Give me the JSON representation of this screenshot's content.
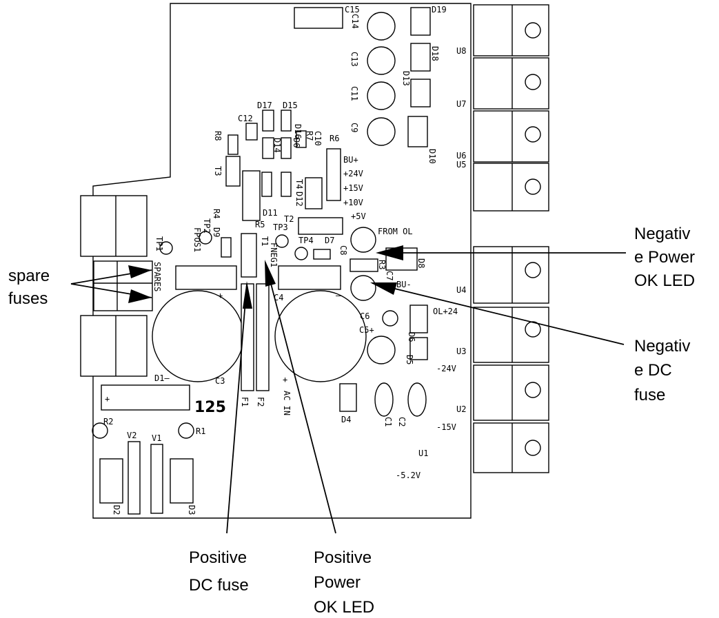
{
  "board": {
    "board_number": "125",
    "silkscreen": {
      "c15": "C15",
      "c14": "C14",
      "c13": "C13",
      "c11": "C11",
      "c9": "C9",
      "c10": "C10",
      "c12": "C12",
      "d19": "D19",
      "d18": "D18",
      "d13": "D13",
      "d10": "D10",
      "d17": "D17",
      "d15": "D15",
      "d16": "D16",
      "d14": "D14",
      "d12": "D12",
      "d11": "D11",
      "d9": "D9",
      "d7": "D7",
      "d8": "D8",
      "d1": "D1—",
      "d2": "D2",
      "d3": "D3",
      "d4": "D4",
      "d5": "D5",
      "d6": "D6",
      "r8": "R8",
      "r7": "R7",
      "r6": "R6",
      "r5": "R5",
      "r4": "R4",
      "r3": "R3",
      "r2": "R2",
      "r1": "R1",
      "t3": "T3",
      "t4": "T4",
      "t2": "T2",
      "t1": "T1",
      "tp1": "TP1",
      "tp2": "TP2",
      "tp3": "TP3",
      "tp4": "TP4",
      "fpos1": "FPOS1",
      "fneg1": "FNEG1",
      "u8": "U8",
      "u7": "U7",
      "u6": "U6",
      "u5": "U5",
      "u4": "U4",
      "u3": "U3",
      "u2": "U2",
      "u1": "U1",
      "v1": "V1",
      "v2": "V2",
      "c1": "C1",
      "c2": "C2",
      "c3": "C3",
      "c4": "C4",
      "c5": "C5+",
      "c6": "C6",
      "c7": "C7",
      "c8": "C8",
      "f1": "F1",
      "f2": "F2",
      "bu_plus": "BU+",
      "v24p": "+24V",
      "v15p": "+15V",
      "v10p": "+10V",
      "v5p": "+5V",
      "from_ol": "FROM OL",
      "bu_minus": "BU-",
      "ol24": "OL+24",
      "v24n": "-24V",
      "v15n": "-15V",
      "v52n": "-5.2V",
      "ac_in": "AC IN",
      "spares": "SPARES",
      "plus": "+",
      "minus": "—"
    }
  },
  "callouts": {
    "spare_fuses": [
      "spare",
      "fuses"
    ],
    "negative_power_ok_led": [
      "Negativ",
      "e Power",
      "OK LED"
    ],
    "negative_dc_fuse": [
      "Negativ",
      "e DC",
      "fuse"
    ],
    "positive_dc_fuse": [
      "Positive",
      "DC fuse"
    ],
    "positive_power_ok_led": [
      "Positive",
      "Power",
      "OK LED"
    ]
  }
}
